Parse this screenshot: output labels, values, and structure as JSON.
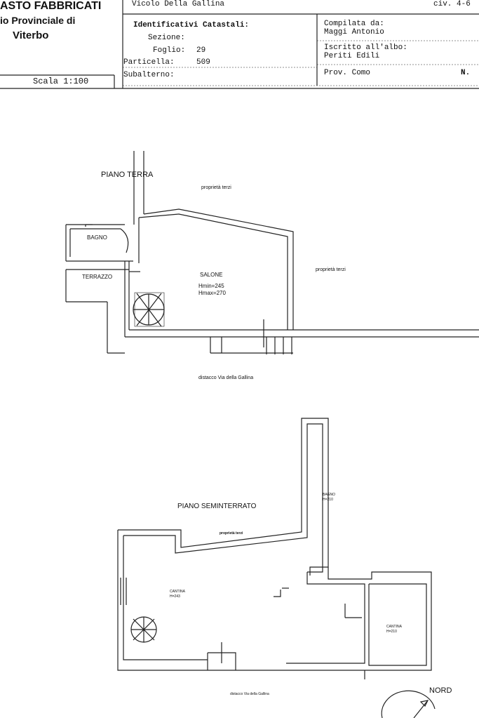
{
  "header": {
    "office_title": "ASTO FABBRICATI",
    "office_line2": "io Provinciale di",
    "office_line3": "Viterbo",
    "scale": "Scala 1:100",
    "address": "Vicolo Della Gallina",
    "civic": "civ. 4-6",
    "cadastral_heading": "Identificativi Catastali:",
    "sezione_label": "Sezione:",
    "foglio_label": "Foglio:",
    "foglio_value": "29",
    "particella_label": "Particella:",
    "particella_value": "509",
    "subalterno_label": "Subalterno:",
    "compiled_label": "Compilata da:",
    "compiled_name": "Maggi Antonio",
    "register_label": "Iscritto all'albo:",
    "register_value": "Periti Edili",
    "province": "Prov. Como",
    "number_label": "N."
  },
  "ground_floor": {
    "title": "PIANO TERRA",
    "neighbor_top": "proprietà terzi",
    "neighbor_right": "proprietà terzi",
    "bathroom": "BAGNO",
    "terrace": "TERRAZZO",
    "living": "SALONE",
    "hmin": "Hmin=245",
    "hmax": "Hmax=270",
    "street": "distacco Via della Gallina"
  },
  "basement": {
    "title": "PIANO SEMINTERRATO",
    "neighbor": "proprietà terzi",
    "bathroom": "BAGNO",
    "bathroom_h": "H=210",
    "cellar_left": "CANTINA",
    "cellar_left_h": "H=243",
    "cellar_right": "CANTINA",
    "cellar_right_h": "H=210",
    "street": "distacco Via della Gallina"
  },
  "compass": {
    "label": "NORD"
  }
}
